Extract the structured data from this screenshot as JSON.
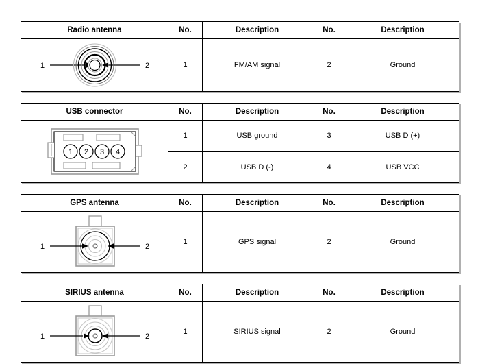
{
  "tables": [
    {
      "id": "radio-antenna",
      "headers": [
        "Radio antenna",
        "No.",
        "Description",
        "No.",
        "Description"
      ],
      "figure": {
        "type": "coaxial-connector",
        "callouts": [
          {
            "label": "1",
            "side": "left"
          },
          {
            "label": "2",
            "side": "right"
          }
        ]
      },
      "rows": [
        {
          "no1": "1",
          "desc1": "FM/AM signal",
          "no2": "2",
          "desc2": "Ground"
        }
      ]
    },
    {
      "id": "usb-connector",
      "headers": [
        "USB connector",
        "No.",
        "Description",
        "No.",
        "Description"
      ],
      "figure": {
        "type": "usb-4pin-housing",
        "pins": [
          "1",
          "2",
          "3",
          "4"
        ]
      },
      "rows": [
        {
          "no1": "1",
          "desc1": "USB ground",
          "no2": "3",
          "desc2": "USB D (+)"
        },
        {
          "no1": "2",
          "desc1": "USB D (-)",
          "no2": "4",
          "desc2": "USB VCC"
        }
      ]
    },
    {
      "id": "gps-antenna",
      "headers": [
        "GPS antenna",
        "No.",
        "Description",
        "No.",
        "Description"
      ],
      "figure": {
        "type": "square-antenna-connector",
        "callouts": [
          {
            "label": "1",
            "side": "left"
          },
          {
            "label": "2",
            "side": "right"
          }
        ]
      },
      "rows": [
        {
          "no1": "1",
          "desc1": "GPS signal",
          "no2": "2",
          "desc2": "Ground"
        }
      ]
    },
    {
      "id": "sirius-antenna",
      "headers": [
        "SIRIUS antenna",
        "No.",
        "Description",
        "No.",
        "Description"
      ],
      "figure": {
        "type": "square-antenna-connector",
        "callouts": [
          {
            "label": "1",
            "side": "left"
          },
          {
            "label": "2",
            "side": "right"
          }
        ]
      },
      "rows": [
        {
          "no1": "1",
          "desc1": "SIRIUS signal",
          "no2": "2",
          "desc2": "Ground"
        }
      ]
    }
  ],
  "colors": {
    "border": "#000000",
    "shadow": "#b0b0b0",
    "background": "#ffffff",
    "diagram_line": "#000000",
    "diagram_light": "#b8b8b8"
  }
}
